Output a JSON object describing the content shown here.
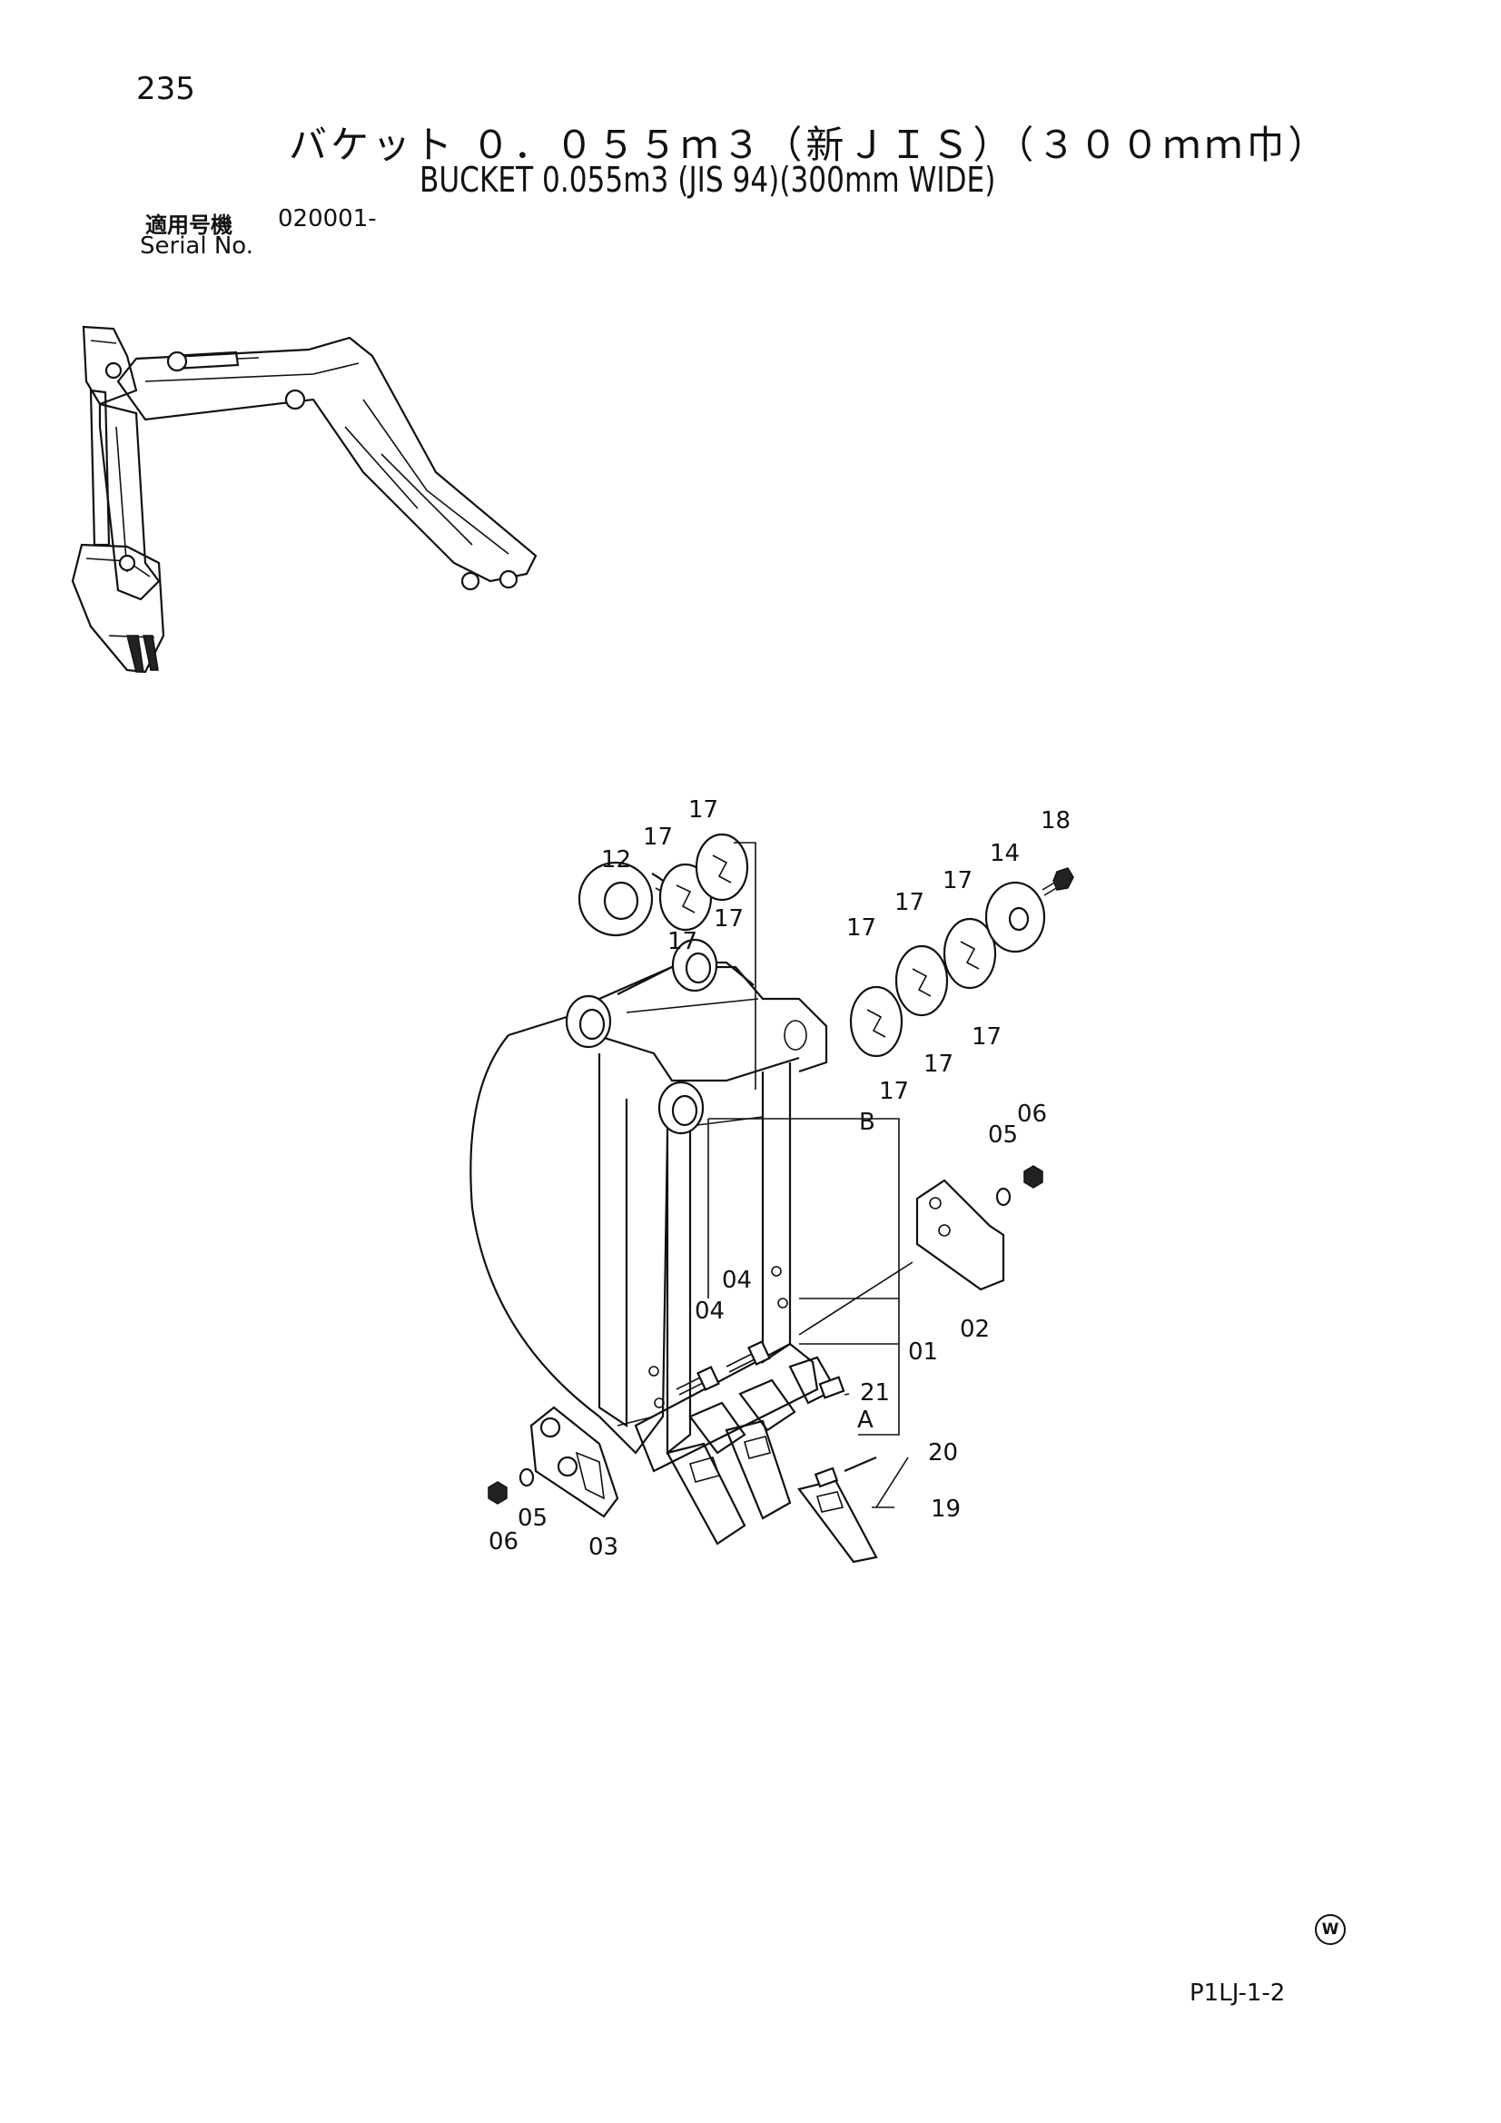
{
  "header": {
    "page_number": "235",
    "title_jp": "バケット ０．０５５ｍ３（新ＪＩＳ）（３００ｍｍ巾）",
    "title_en": "BUCKET 0.055m3 (JIS 94)(300mm WIDE)",
    "serial_label_jp": "適用号機",
    "serial_value": "020001-",
    "serial_label_en": "Serial No."
  },
  "footer": {
    "w_mark": "W",
    "drawing_code": "P1LJ-1-2"
  },
  "callouts": [
    {
      "id": "c17a",
      "text": "17"
    },
    {
      "id": "c17b",
      "text": "17"
    },
    {
      "id": "c12",
      "text": "12"
    },
    {
      "id": "c17c",
      "text": "17"
    },
    {
      "id": "c17d",
      "text": "17"
    },
    {
      "id": "c18",
      "text": "18"
    },
    {
      "id": "c14",
      "text": "14"
    },
    {
      "id": "c17e",
      "text": "17"
    },
    {
      "id": "c17f",
      "text": "17"
    },
    {
      "id": "c17g",
      "text": "17"
    },
    {
      "id": "c17h",
      "text": "17"
    },
    {
      "id": "c17i",
      "text": "17"
    },
    {
      "id": "c17j",
      "text": "17"
    },
    {
      "id": "cB",
      "text": "B"
    },
    {
      "id": "c05a",
      "text": "05"
    },
    {
      "id": "c06a",
      "text": "06"
    },
    {
      "id": "c04a",
      "text": "04"
    },
    {
      "id": "c04b",
      "text": "04"
    },
    {
      "id": "c02",
      "text": "02"
    },
    {
      "id": "c01",
      "text": "01"
    },
    {
      "id": "c21",
      "text": "21"
    },
    {
      "id": "cA",
      "text": "A"
    },
    {
      "id": "c20",
      "text": "20"
    },
    {
      "id": "c19",
      "text": "19"
    },
    {
      "id": "c05b",
      "text": "05"
    },
    {
      "id": "c06b",
      "text": "06"
    },
    {
      "id": "c03",
      "text": "03"
    }
  ]
}
